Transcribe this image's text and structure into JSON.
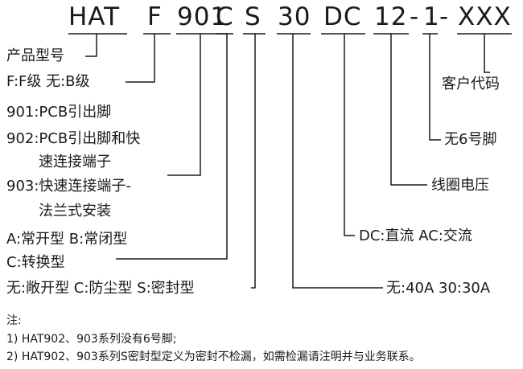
{
  "model_code": {
    "segments": [
      "HAT",
      "F",
      "901",
      "C",
      "S",
      "30",
      "DC",
      "12",
      "1",
      "XXX"
    ],
    "separators": [
      "-",
      "-"
    ]
  },
  "left_labels": {
    "product_model": "产品型号",
    "grade": "F:F级  无:B级",
    "pin_901": "901:PCB引出脚",
    "pin_902_line1": "902:PCB引出脚和快",
    "pin_902_line2": "速连接端子",
    "pin_903_line1": "903:快速连接端子-",
    "pin_903_line2": "法兰式安装",
    "contact_ab": "A:常开型  B:常闭型",
    "contact_c": "C:转换型",
    "sealing": "无:敞开型  C:防尘型  S:密封型"
  },
  "right_labels": {
    "customer_code": "客户代码",
    "no_pin6": "无6号脚",
    "coil_voltage": "线圈电压",
    "dc_ac": "DC:直流   AC:交流",
    "current": "无:40A  30:30A"
  },
  "notes": {
    "title": "注:",
    "line1": "1) HAT902、903系列没有6号脚;",
    "line2": "2) HAT902、903系列S密封型定义为密封不检漏，如需检漏请注明并与业务联系。"
  },
  "line_color": "#1a1a1a"
}
